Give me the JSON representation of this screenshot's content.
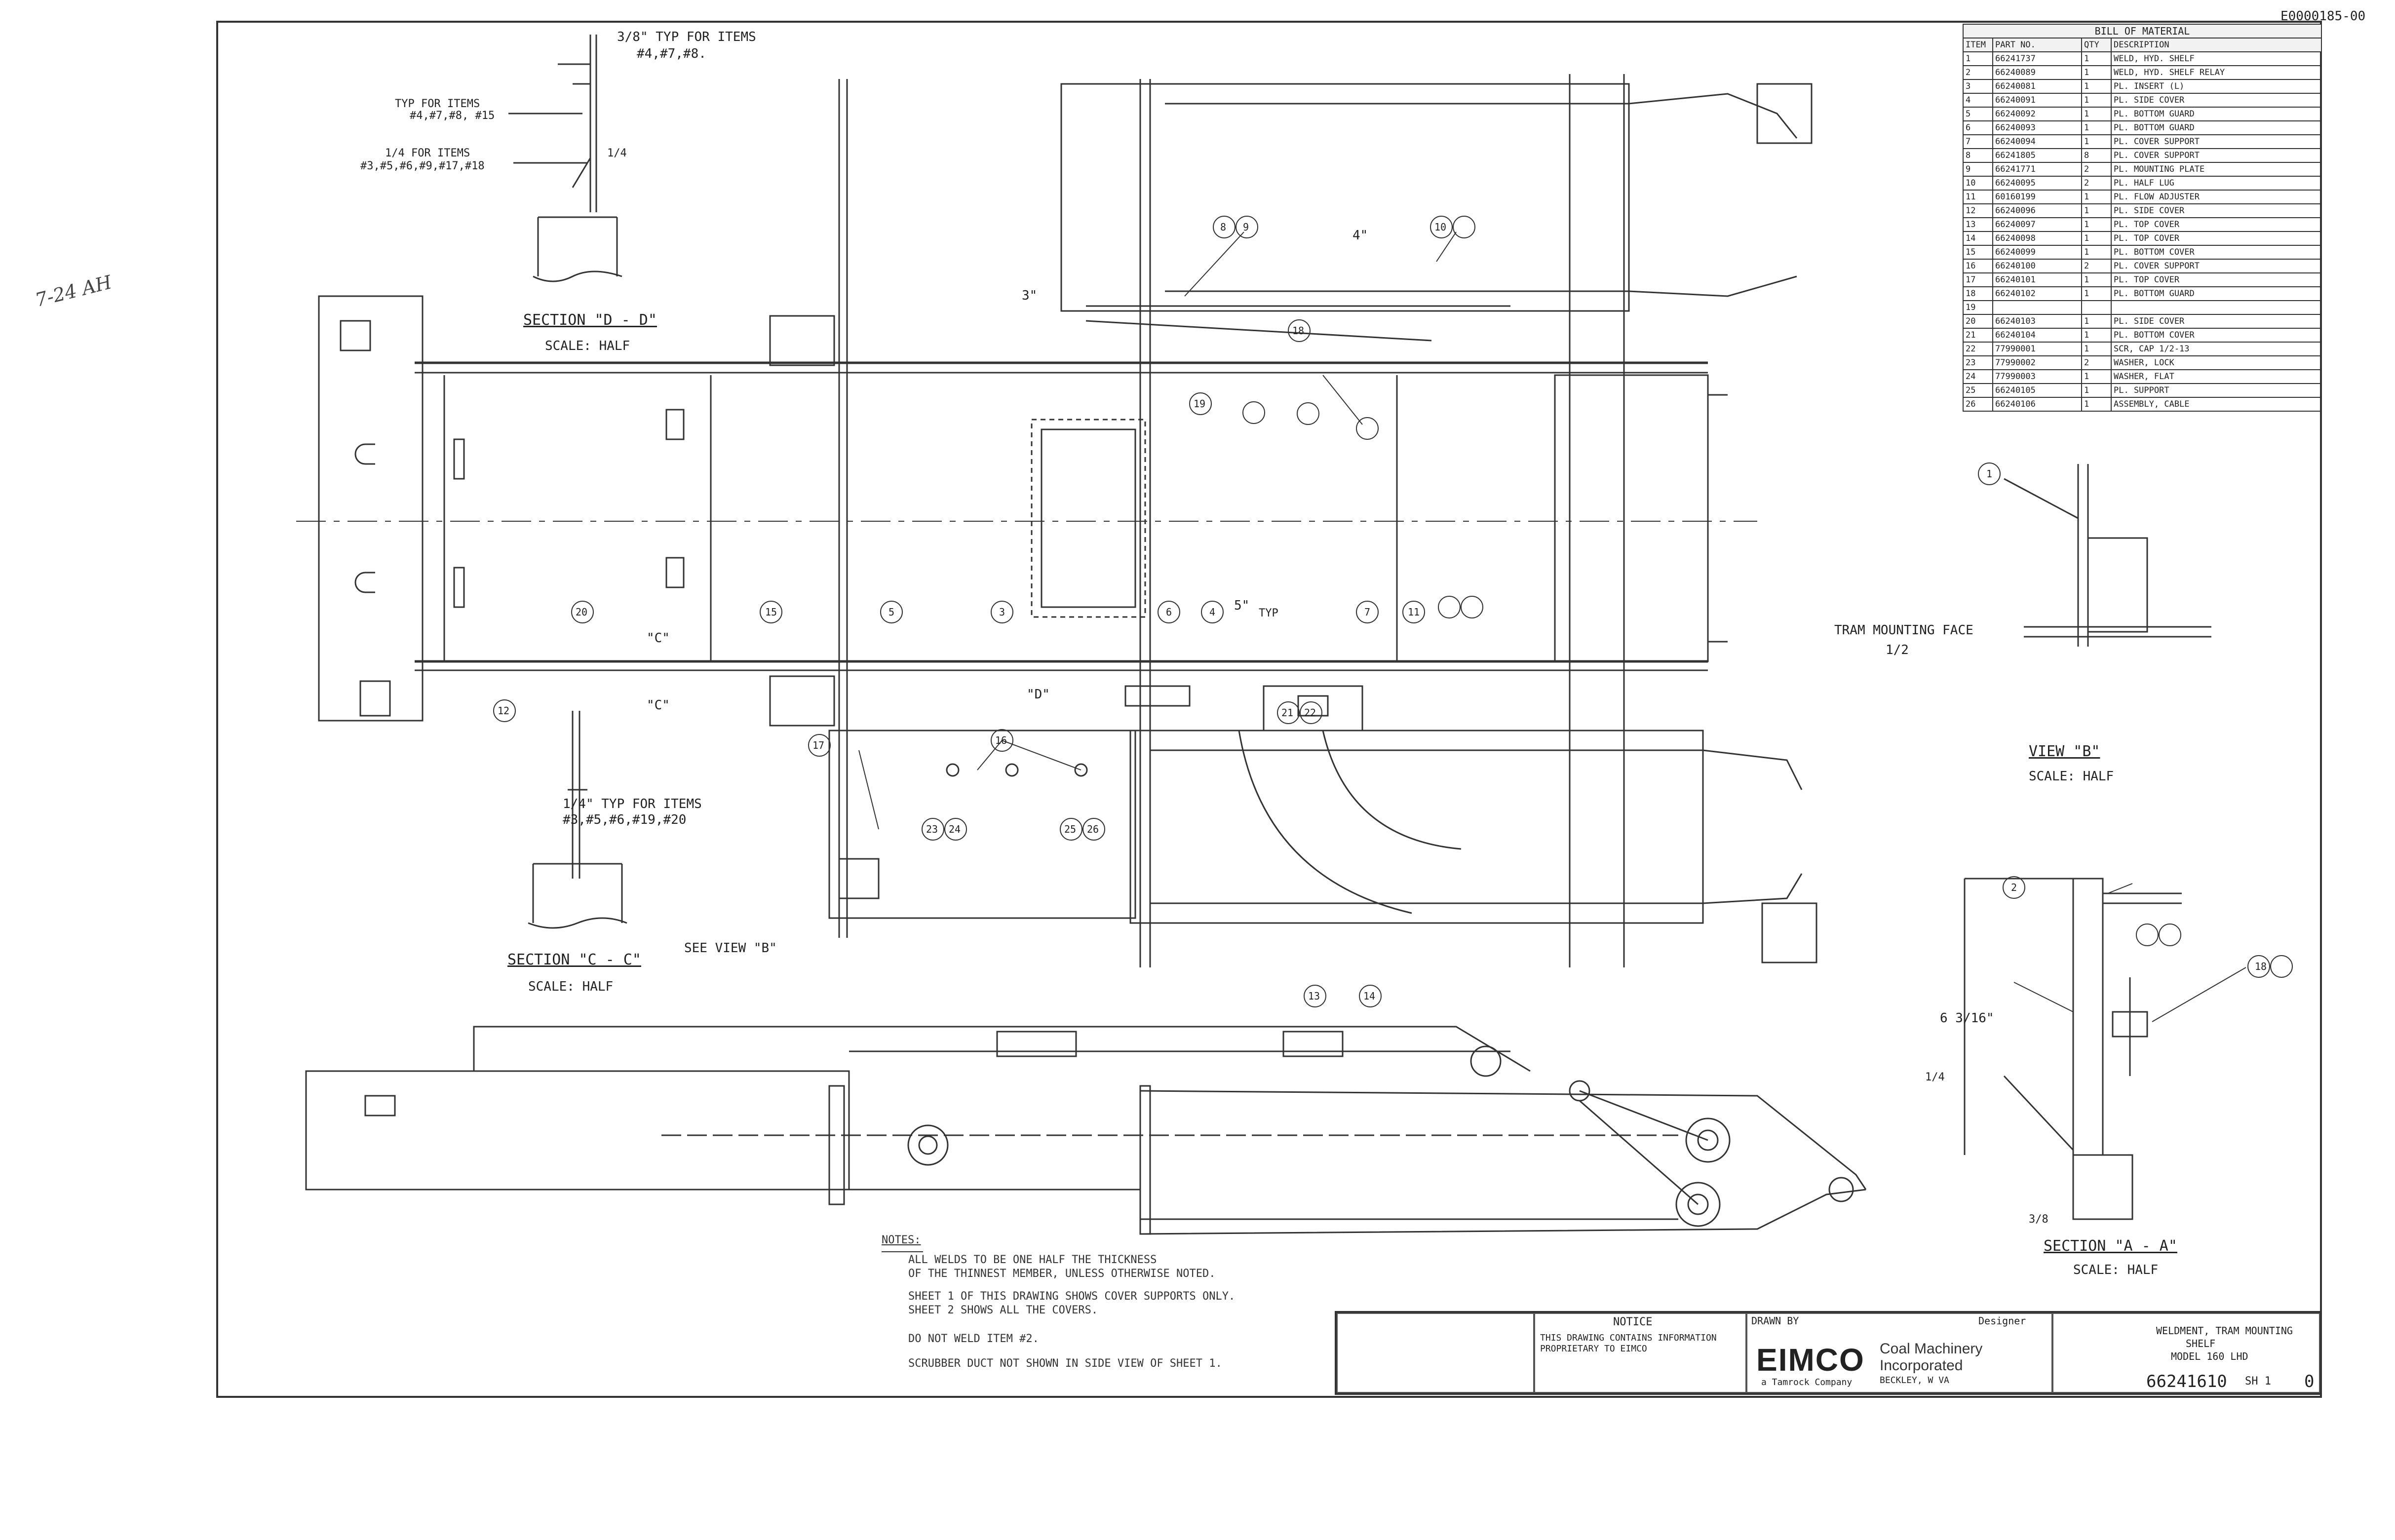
{
  "drawing_id_corner": "E0000185-00",
  "margin_mark": "7-24 AH",
  "bom": {
    "title": "BILL OF MATERIAL",
    "columns": [
      "ITEM",
      "PART NO.",
      "QTY",
      "DESCRIPTION"
    ],
    "rows": [
      [
        "1",
        "66241737",
        "1",
        "WELD, HYD. SHELF"
      ],
      [
        "2",
        "66240089",
        "1",
        "WELD, HYD. SHELF RELAY"
      ],
      [
        "3",
        "66240081",
        "1",
        "PL. INSERT (L)"
      ],
      [
        "4",
        "66240091",
        "1",
        "PL. SIDE COVER"
      ],
      [
        "5",
        "66240092",
        "1",
        "PL. BOTTOM GUARD"
      ],
      [
        "6",
        "66240093",
        "1",
        "PL. BOTTOM GUARD"
      ],
      [
        "7",
        "66240094",
        "1",
        "PL. COVER SUPPORT"
      ],
      [
        "8",
        "66241805",
        "8",
        "PL. COVER SUPPORT"
      ],
      [
        "9",
        "66241771",
        "2",
        "PL. MOUNTING PLATE"
      ],
      [
        "10",
        "66240095",
        "2",
        "PL. HALF LUG"
      ],
      [
        "11",
        "60160199",
        "1",
        "PL. FLOW ADJUSTER"
      ],
      [
        "12",
        "66240096",
        "1",
        "PL. SIDE COVER"
      ],
      [
        "13",
        "66240097",
        "1",
        "PL. TOP COVER"
      ],
      [
        "14",
        "66240098",
        "1",
        "PL. TOP COVER"
      ],
      [
        "15",
        "66240099",
        "1",
        "PL. BOTTOM COVER"
      ],
      [
        "16",
        "66240100",
        "2",
        "PL. COVER SUPPORT"
      ],
      [
        "17",
        "66240101",
        "1",
        "PL. TOP COVER"
      ],
      [
        "18",
        "66240102",
        "1",
        "PL. BOTTOM GUARD"
      ],
      [
        "19",
        "",
        "",
        ""
      ],
      [
        "20",
        "66240103",
        "1",
        "PL. SIDE COVER"
      ],
      [
        "21",
        "66240104",
        "1",
        "PL. BOTTOM COVER"
      ],
      [
        "22",
        "77990001",
        "1",
        "SCR, CAP 1/2-13"
      ],
      [
        "23",
        "77990002",
        "2",
        "WASHER, LOCK"
      ],
      [
        "24",
        "77990003",
        "1",
        "WASHER, FLAT"
      ],
      [
        "25",
        "66240105",
        "1",
        "PL. SUPPORT"
      ],
      [
        "26",
        "66240106",
        "1",
        "ASSEMBLY, CABLE"
      ]
    ]
  },
  "labels": {
    "sec_d_typ1": "3/8\" TYP FOR ITEMS",
    "sec_d_typ1b": "#4,#7,#8.",
    "sec_d_typ2": "TYP FOR ITEMS",
    "sec_d_typ2b": "#4,#7,#8, #15",
    "sec_d_typ3": "1/4 FOR ITEMS",
    "sec_d_typ3b": "#3,#5,#6,#9,#17,#18",
    "sec_d_dim": "1/4",
    "sec_d_title": "SECTION \"D - D\"",
    "sec_d_scale": "SCALE: HALF",
    "sec_c_typ": "1/4\" TYP FOR ITEMS",
    "sec_c_typb": "#3,#5,#6,#19,#20",
    "sec_c_title": "SECTION \"C - C\"",
    "sec_c_scale": "SCALE: HALF",
    "see_view_b": "SEE VIEW \"B\"",
    "view_b_title": "VIEW \"B\"",
    "view_b_scale": "SCALE: HALF",
    "tram_face": "TRAM MOUNTING FACE",
    "tram_dim": "1/2",
    "sec_a_title": "SECTION \"A - A\"",
    "sec_a_scale": "SCALE: HALF",
    "sec_a_dim": "6 3/16\"",
    "sec_a_dim2": "3/8",
    "sec_a_typ": "1/4",
    "dim_3": "3\"",
    "dim_4": "4\"",
    "dim_5": "5\"",
    "typ": "TYP",
    "cut_c": "\"C\"",
    "cut_d": "\"D\"",
    "bubbles": [
      "8",
      "9",
      "10",
      "20",
      "15",
      "5",
      "3",
      "6",
      "4",
      "7",
      "11",
      "12",
      "21",
      "22",
      "23",
      "24",
      "25",
      "26",
      "13",
      "14",
      "16",
      "17",
      "18",
      "19",
      "1",
      "2",
      "18"
    ]
  },
  "notes": {
    "heading": "NOTES:",
    "n1a": "ALL WELDS TO BE ONE HALF THE THICKNESS",
    "n1b": "OF THE THINNEST MEMBER, UNLESS OTHERWISE NOTED.",
    "n2a": "SHEET 1 OF THIS DRAWING SHOWS COVER SUPPORTS ONLY.",
    "n2b": "SHEET 2 SHOWS ALL THE COVERS.",
    "n3": "DO NOT WELD ITEM #2.",
    "n4": "SCRUBBER DUCT NOT SHOWN IN SIDE VIEW OF SHEET 1."
  },
  "title_block": {
    "notice": "NOTICE",
    "notice_text": "THIS DRAWING CONTAINS INFORMATION PROPRIETARY TO EIMCO",
    "company": "EIMCO",
    "company_sub": "a Tamrock Company",
    "division1": "Coal Machinery",
    "division2": "Incorporated",
    "division3": "BECKLEY, W VA",
    "drawing_no": "66241610",
    "sheet": "SH 1",
    "rev": "0",
    "title1": "WELDMENT, TRAM MOUNTING",
    "title2": "SHELF",
    "title3": "MODEL 160 LHD",
    "drawn_by": "DRAWN BY",
    "designer": "Designer"
  }
}
